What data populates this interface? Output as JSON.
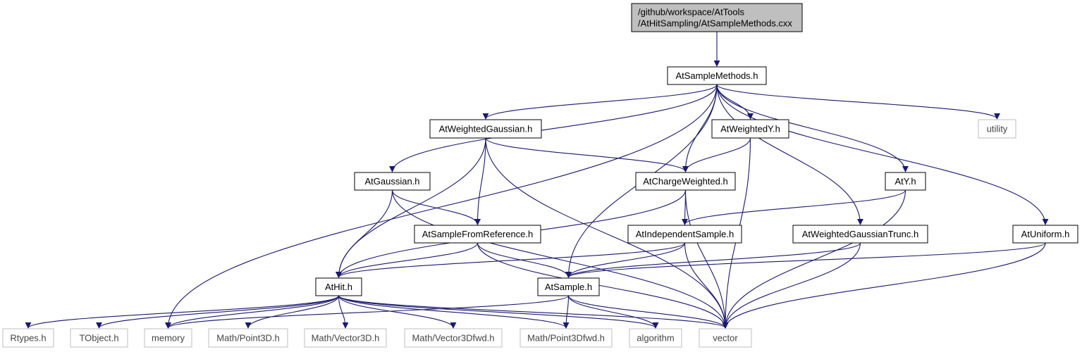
{
  "colors": {
    "edge": "#191970",
    "root_fill": "#bfbfbf",
    "node_border": "#000000",
    "system_border": "#bfbfbf",
    "node_fill": "#ffffff"
  },
  "nodes": [
    {
      "id": "root",
      "lines": [
        "/github/workspace/AtTools",
        "/AtHitSampling/AtSampleMethods.cxx"
      ],
      "kind": "root"
    },
    {
      "id": "AtSampleMethods",
      "lines": [
        "AtSampleMethods.h"
      ],
      "kind": "header"
    },
    {
      "id": "AtWeightedGaussian",
      "lines": [
        "AtWeightedGaussian.h"
      ],
      "kind": "header"
    },
    {
      "id": "AtWeightedY",
      "lines": [
        "AtWeightedY.h"
      ],
      "kind": "header"
    },
    {
      "id": "utility",
      "lines": [
        "utility"
      ],
      "kind": "system"
    },
    {
      "id": "AtGaussian",
      "lines": [
        "AtGaussian.h"
      ],
      "kind": "header"
    },
    {
      "id": "AtChargeWeighted",
      "lines": [
        "AtChargeWeighted.h"
      ],
      "kind": "header"
    },
    {
      "id": "AtY",
      "lines": [
        "AtY.h"
      ],
      "kind": "header"
    },
    {
      "id": "AtSampleFromReference",
      "lines": [
        "AtSampleFromReference.h"
      ],
      "kind": "header"
    },
    {
      "id": "AtIndependentSample",
      "lines": [
        "AtIndependentSample.h"
      ],
      "kind": "header"
    },
    {
      "id": "AtWeightedGaussianTrunc",
      "lines": [
        "AtWeightedGaussianTrunc.h"
      ],
      "kind": "header"
    },
    {
      "id": "AtUniform",
      "lines": [
        "AtUniform.h"
      ],
      "kind": "header"
    },
    {
      "id": "AtHit",
      "lines": [
        "AtHit.h"
      ],
      "kind": "header"
    },
    {
      "id": "AtSample",
      "lines": [
        "AtSample.h"
      ],
      "kind": "header"
    },
    {
      "id": "Rtypes",
      "lines": [
        "Rtypes.h"
      ],
      "kind": "system"
    },
    {
      "id": "TObject",
      "lines": [
        "TObject.h"
      ],
      "kind": "system"
    },
    {
      "id": "memory",
      "lines": [
        "memory"
      ],
      "kind": "system"
    },
    {
      "id": "Point3D",
      "lines": [
        "Math/Point3D.h"
      ],
      "kind": "system"
    },
    {
      "id": "Vector3D",
      "lines": [
        "Math/Vector3D.h"
      ],
      "kind": "system"
    },
    {
      "id": "Vector3Dfwd",
      "lines": [
        "Math/Vector3Dfwd.h"
      ],
      "kind": "system"
    },
    {
      "id": "Point3Dfwd",
      "lines": [
        "Math/Point3Dfwd.h"
      ],
      "kind": "system"
    },
    {
      "id": "algorithm",
      "lines": [
        "algorithm"
      ],
      "kind": "system"
    },
    {
      "id": "vector",
      "lines": [
        "vector"
      ],
      "kind": "system"
    }
  ],
  "edges": [
    [
      "root",
      "AtSampleMethods"
    ],
    [
      "AtSampleMethods",
      "memory"
    ],
    [
      "AtSampleMethods",
      "AtGaussian"
    ],
    [
      "AtSampleMethods",
      "AtWeightedGaussian"
    ],
    [
      "AtSampleMethods",
      "AtSample"
    ],
    [
      "AtSampleMethods",
      "AtChargeWeighted"
    ],
    [
      "AtSampleMethods",
      "AtWeightedY"
    ],
    [
      "AtSampleMethods",
      "AtWeightedGaussianTrunc"
    ],
    [
      "AtSampleMethods",
      "AtY"
    ],
    [
      "AtSampleMethods",
      "AtUniform"
    ],
    [
      "AtSampleMethods",
      "utility"
    ],
    [
      "AtWeightedGaussian",
      "AtHit"
    ],
    [
      "AtWeightedGaussian",
      "AtSampleFromReference"
    ],
    [
      "AtWeightedGaussian",
      "AtChargeWeighted"
    ],
    [
      "AtWeightedGaussian",
      "vector"
    ],
    [
      "AtWeightedY",
      "AtChargeWeighted"
    ],
    [
      "AtWeightedY",
      "vector"
    ],
    [
      "AtGaussian",
      "AtHit"
    ],
    [
      "AtGaussian",
      "AtSampleFromReference"
    ],
    [
      "AtGaussian",
      "vector"
    ],
    [
      "AtChargeWeighted",
      "AtHit"
    ],
    [
      "AtChargeWeighted",
      "AtIndependentSample"
    ],
    [
      "AtChargeWeighted",
      "vector"
    ],
    [
      "AtY",
      "AtIndependentSample"
    ],
    [
      "AtY",
      "vector"
    ],
    [
      "AtSampleFromReference",
      "AtHit"
    ],
    [
      "AtSampleFromReference",
      "AtSample"
    ],
    [
      "AtSampleFromReference",
      "vector"
    ],
    [
      "AtIndependentSample",
      "AtHit"
    ],
    [
      "AtIndependentSample",
      "AtSample"
    ],
    [
      "AtIndependentSample",
      "vector"
    ],
    [
      "AtWeightedGaussianTrunc",
      "AtSample"
    ],
    [
      "AtWeightedGaussianTrunc",
      "vector"
    ],
    [
      "AtUniform",
      "AtSample"
    ],
    [
      "AtUniform",
      "vector"
    ],
    [
      "AtHit",
      "Rtypes"
    ],
    [
      "AtHit",
      "TObject"
    ],
    [
      "AtHit",
      "memory"
    ],
    [
      "AtHit",
      "Point3D"
    ],
    [
      "AtHit",
      "Vector3D"
    ],
    [
      "AtHit",
      "Vector3Dfwd"
    ],
    [
      "AtHit",
      "Point3Dfwd"
    ],
    [
      "AtHit",
      "algorithm"
    ],
    [
      "AtHit",
      "vector"
    ],
    [
      "AtSample",
      "memory"
    ],
    [
      "AtSample",
      "Point3Dfwd"
    ],
    [
      "AtSample",
      "algorithm"
    ],
    [
      "AtSample",
      "vector"
    ]
  ]
}
